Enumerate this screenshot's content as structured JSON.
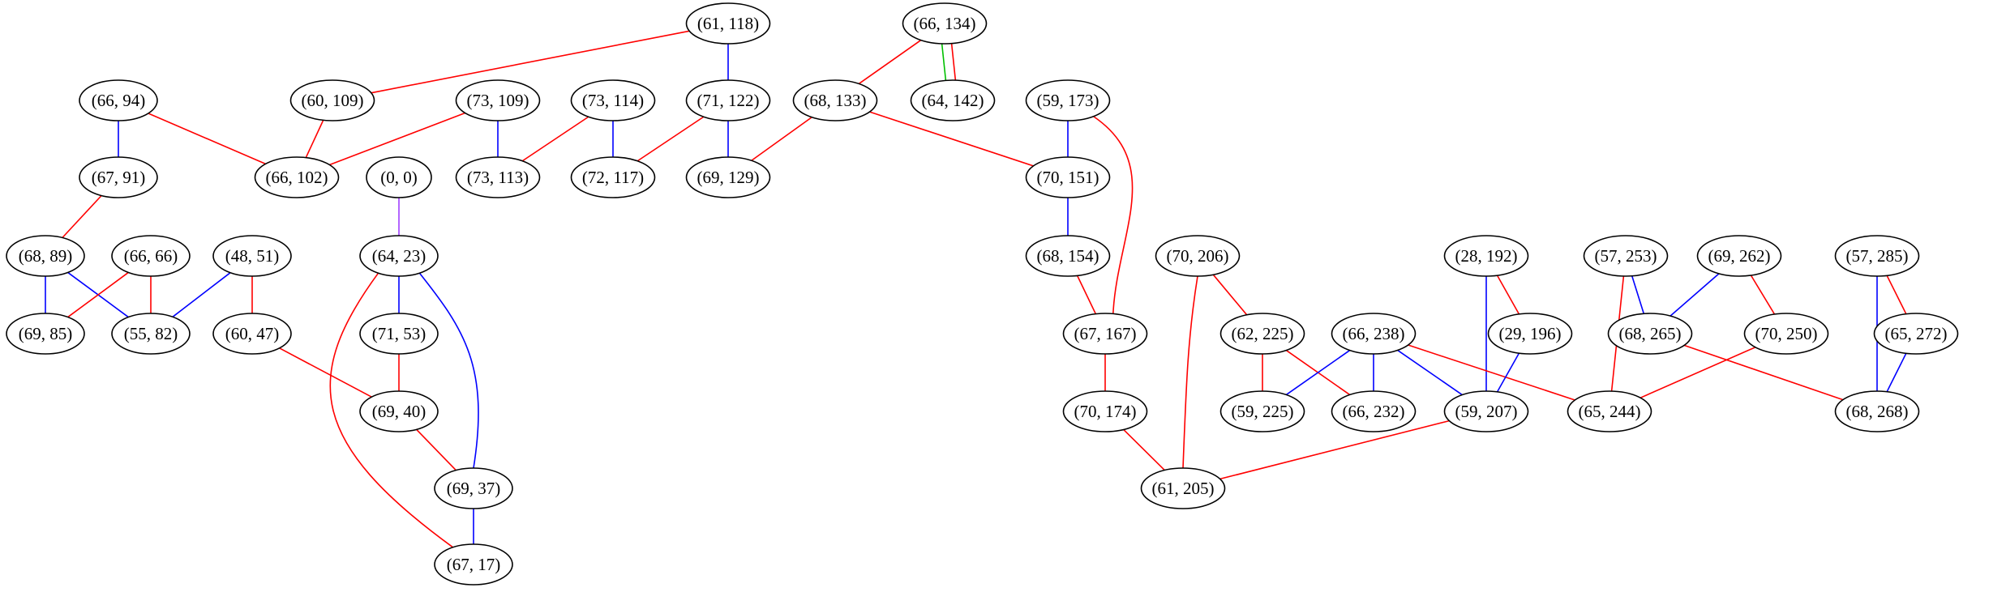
{
  "graph": {
    "colors": {
      "red": "#ff0000",
      "blue": "#0000ff",
      "green": "#00c000",
      "purple": "#a040ff"
    },
    "nodes": [
      {
        "id": "n61_118",
        "label": "(61, 118)"
      },
      {
        "id": "n66_134",
        "label": "(66, 134)"
      },
      {
        "id": "n66_94",
        "label": "(66, 94)"
      },
      {
        "id": "n60_109",
        "label": "(60, 109)"
      },
      {
        "id": "n73_109",
        "label": "(73, 109)"
      },
      {
        "id": "n73_114",
        "label": "(73, 114)"
      },
      {
        "id": "n71_122",
        "label": "(71, 122)"
      },
      {
        "id": "n68_133",
        "label": "(68, 133)"
      },
      {
        "id": "n64_142",
        "label": "(64, 142)"
      },
      {
        "id": "n59_173",
        "label": "(59, 173)"
      },
      {
        "id": "n67_91",
        "label": "(67, 91)"
      },
      {
        "id": "n66_102",
        "label": "(66, 102)"
      },
      {
        "id": "n0_0",
        "label": "(0, 0)"
      },
      {
        "id": "n73_113",
        "label": "(73, 113)"
      },
      {
        "id": "n72_117",
        "label": "(72, 117)"
      },
      {
        "id": "n69_129",
        "label": "(69, 129)"
      },
      {
        "id": "n70_151",
        "label": "(70, 151)"
      },
      {
        "id": "n68_89",
        "label": "(68, 89)"
      },
      {
        "id": "n66_66",
        "label": "(66, 66)"
      },
      {
        "id": "n48_51",
        "label": "(48, 51)"
      },
      {
        "id": "n64_23",
        "label": "(64, 23)"
      },
      {
        "id": "n68_154",
        "label": "(68, 154)"
      },
      {
        "id": "n70_206",
        "label": "(70, 206)"
      },
      {
        "id": "n28_192",
        "label": "(28, 192)"
      },
      {
        "id": "n57_253",
        "label": "(57, 253)"
      },
      {
        "id": "n69_262",
        "label": "(69, 262)"
      },
      {
        "id": "n57_285",
        "label": "(57, 285)"
      },
      {
        "id": "n69_85",
        "label": "(69, 85)"
      },
      {
        "id": "n55_82",
        "label": "(55, 82)"
      },
      {
        "id": "n60_47",
        "label": "(60, 47)"
      },
      {
        "id": "n71_53",
        "label": "(71, 53)"
      },
      {
        "id": "n67_167",
        "label": "(67, 167)"
      },
      {
        "id": "n62_225",
        "label": "(62, 225)"
      },
      {
        "id": "n66_238",
        "label": "(66, 238)"
      },
      {
        "id": "n29_196",
        "label": "(29, 196)"
      },
      {
        "id": "n68_265",
        "label": "(68, 265)"
      },
      {
        "id": "n70_250",
        "label": "(70, 250)"
      },
      {
        "id": "n65_272",
        "label": "(65, 272)"
      },
      {
        "id": "n69_40",
        "label": "(69, 40)"
      },
      {
        "id": "n70_174",
        "label": "(70, 174)"
      },
      {
        "id": "n59_225",
        "label": "(59, 225)"
      },
      {
        "id": "n66_232",
        "label": "(66, 232)"
      },
      {
        "id": "n59_207",
        "label": "(59, 207)"
      },
      {
        "id": "n65_244",
        "label": "(65, 244)"
      },
      {
        "id": "n68_268",
        "label": "(68, 268)"
      },
      {
        "id": "n69_37",
        "label": "(69, 37)"
      },
      {
        "id": "n61_205",
        "label": "(61, 205)"
      },
      {
        "id": "n67_17",
        "label": "(67, 17)"
      }
    ],
    "edges": [
      {
        "from": "n61_118",
        "to": "n60_109",
        "color": "red"
      },
      {
        "from": "n61_118",
        "to": "n71_122",
        "color": "blue"
      },
      {
        "from": "n66_134",
        "to": "n68_133",
        "color": "red"
      },
      {
        "from": "n66_134",
        "to": "n64_142",
        "color": "green",
        "offset": -6
      },
      {
        "from": "n66_134",
        "to": "n64_142",
        "color": "red",
        "offset": 6
      },
      {
        "from": "n66_94",
        "to": "n67_91",
        "color": "blue"
      },
      {
        "from": "n66_94",
        "to": "n66_102",
        "color": "red"
      },
      {
        "from": "n60_109",
        "to": "n66_102",
        "color": "red"
      },
      {
        "from": "n73_109",
        "to": "n66_102",
        "color": "red"
      },
      {
        "from": "n73_109",
        "to": "n73_113",
        "color": "blue"
      },
      {
        "from": "n73_114",
        "to": "n73_113",
        "color": "red"
      },
      {
        "from": "n73_114",
        "to": "n72_117",
        "color": "blue"
      },
      {
        "from": "n71_122",
        "to": "n72_117",
        "color": "red"
      },
      {
        "from": "n71_122",
        "to": "n69_129",
        "color": "blue"
      },
      {
        "from": "n68_133",
        "to": "n69_129",
        "color": "red"
      },
      {
        "from": "n68_133",
        "to": "n70_151",
        "color": "red"
      },
      {
        "from": "n59_173",
        "to": "n70_151",
        "color": "blue"
      },
      {
        "from": "n59_173",
        "to": "n67_167",
        "color": "red",
        "curve": "bulge"
      },
      {
        "from": "n67_91",
        "to": "n68_89",
        "color": "red"
      },
      {
        "from": "n0_0",
        "to": "n64_23",
        "color": "purple"
      },
      {
        "from": "n70_151",
        "to": "n68_154",
        "color": "blue"
      },
      {
        "from": "n68_89",
        "to": "n69_85",
        "color": "blue"
      },
      {
        "from": "n68_89",
        "to": "n55_82",
        "color": "blue"
      },
      {
        "from": "n66_66",
        "to": "n69_85",
        "color": "red"
      },
      {
        "from": "n66_66",
        "to": "n55_82",
        "color": "red"
      },
      {
        "from": "n48_51",
        "to": "n55_82",
        "color": "blue"
      },
      {
        "from": "n48_51",
        "to": "n60_47",
        "color": "red"
      },
      {
        "from": "n64_23",
        "to": "n71_53",
        "color": "blue"
      },
      {
        "from": "n64_23",
        "to": "n69_37",
        "color": "blue",
        "curve": "right"
      },
      {
        "from": "n64_23",
        "to": "n67_17",
        "color": "red",
        "curve": "left"
      },
      {
        "from": "n68_154",
        "to": "n67_167",
        "color": "red"
      },
      {
        "from": "n70_206",
        "to": "n62_225",
        "color": "red"
      },
      {
        "from": "n70_206",
        "to": "n61_205",
        "color": "red",
        "curve": "slight"
      },
      {
        "from": "n28_192",
        "to": "n29_196",
        "color": "red"
      },
      {
        "from": "n28_192",
        "to": "n59_207",
        "color": "blue"
      },
      {
        "from": "n57_253",
        "to": "n68_265",
        "color": "blue"
      },
      {
        "from": "n57_253",
        "to": "n65_244",
        "color": "red"
      },
      {
        "from": "n69_262",
        "to": "n68_265",
        "color": "blue"
      },
      {
        "from": "n69_262",
        "to": "n70_250",
        "color": "red"
      },
      {
        "from": "n57_285",
        "to": "n65_272",
        "color": "red"
      },
      {
        "from": "n57_285",
        "to": "n68_268",
        "color": "blue"
      },
      {
        "from": "n60_47",
        "to": "n69_40",
        "color": "red"
      },
      {
        "from": "n71_53",
        "to": "n69_40",
        "color": "red"
      },
      {
        "from": "n67_167",
        "to": "n70_174",
        "color": "red"
      },
      {
        "from": "n62_225",
        "to": "n59_225",
        "color": "red"
      },
      {
        "from": "n62_225",
        "to": "n66_232",
        "color": "red"
      },
      {
        "from": "n66_238",
        "to": "n59_225",
        "color": "blue"
      },
      {
        "from": "n66_238",
        "to": "n66_232",
        "color": "blue"
      },
      {
        "from": "n66_238",
        "to": "n59_207",
        "color": "blue"
      },
      {
        "from": "n66_238",
        "to": "n65_244",
        "color": "red"
      },
      {
        "from": "n29_196",
        "to": "n59_207",
        "color": "blue"
      },
      {
        "from": "n68_265",
        "to": "n68_268",
        "color": "red"
      },
      {
        "from": "n70_250",
        "to": "n65_244",
        "color": "red"
      },
      {
        "from": "n65_272",
        "to": "n68_268",
        "color": "blue"
      },
      {
        "from": "n69_40",
        "to": "n69_37",
        "color": "red"
      },
      {
        "from": "n70_174",
        "to": "n61_205",
        "color": "red"
      },
      {
        "from": "n59_207",
        "to": "n61_205",
        "color": "red"
      },
      {
        "from": "n69_37",
        "to": "n67_17",
        "color": "blue"
      }
    ]
  }
}
